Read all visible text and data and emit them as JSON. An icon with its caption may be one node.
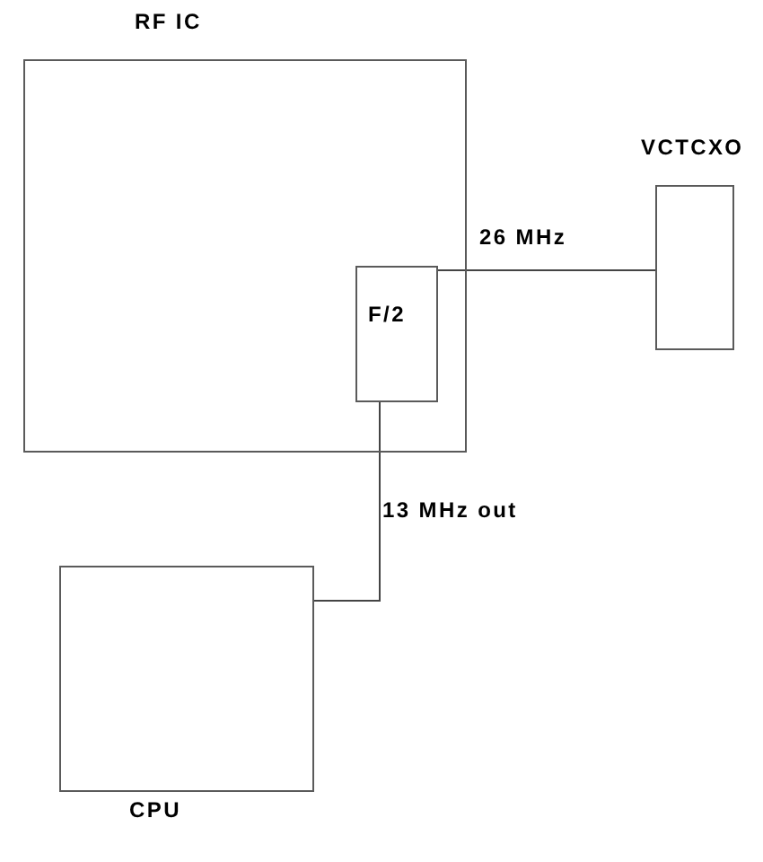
{
  "diagram": {
    "nodes": [
      {
        "text": [
          "RF IC"
        ]
      },
      {
        "text": [
          "F/2"
        ],
        "in": 0
      },
      {
        "text": [
          "VCTCXO"
        ]
      },
      {
        "text": [
          "CPU"
        ]
      }
    ],
    "edges": [
      {
        "from": 2,
        "to": 1,
        "arrow": "none",
        "label": "26 MHz"
      },
      {
        "from": 1,
        "to": 3,
        "arrow": "none",
        "label": "13 MHz out"
      }
    ]
  }
}
